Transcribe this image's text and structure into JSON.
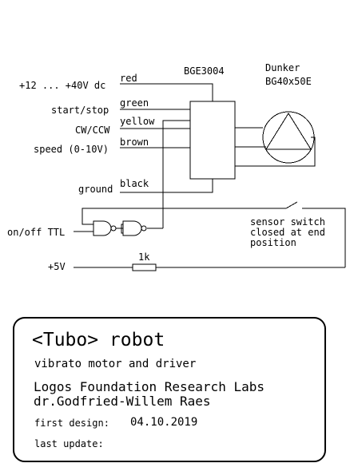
{
  "diagram": {
    "driver_label": "BGE3004",
    "motor_label_line1": "Dunker",
    "motor_label_line2": "BG40x50E",
    "inputs": {
      "supply": "+12 ... +40V dc",
      "start_stop": "start/stop",
      "direction": "CW/CCW",
      "speed": "speed (0-10V)",
      "ground": "ground",
      "on_off": "on/off TTL",
      "plus5v": "+5V"
    },
    "wire_colors": [
      {
        "name": "red",
        "color": "#e00000"
      },
      {
        "name": "green",
        "color": "#18a018"
      },
      {
        "name": "yellow",
        "color": "#e0b000"
      },
      {
        "name": "brown",
        "color": "#8b1a1a"
      },
      {
        "name": "black",
        "color": "#000000"
      }
    ],
    "resistor_label": "1k",
    "sensor_line1": "sensor switch",
    "sensor_line2": "closed at end",
    "sensor_line3": "position"
  },
  "titleblock": {
    "title": "<Tubo> robot",
    "subtitle": "vibrato motor and driver",
    "org": "Logos Foundation Research Labs",
    "author": "dr.Godfried-Willem Raes",
    "first_design_label": "first design:",
    "first_design_date": "04.10.2019",
    "last_update_label": "last update:"
  }
}
